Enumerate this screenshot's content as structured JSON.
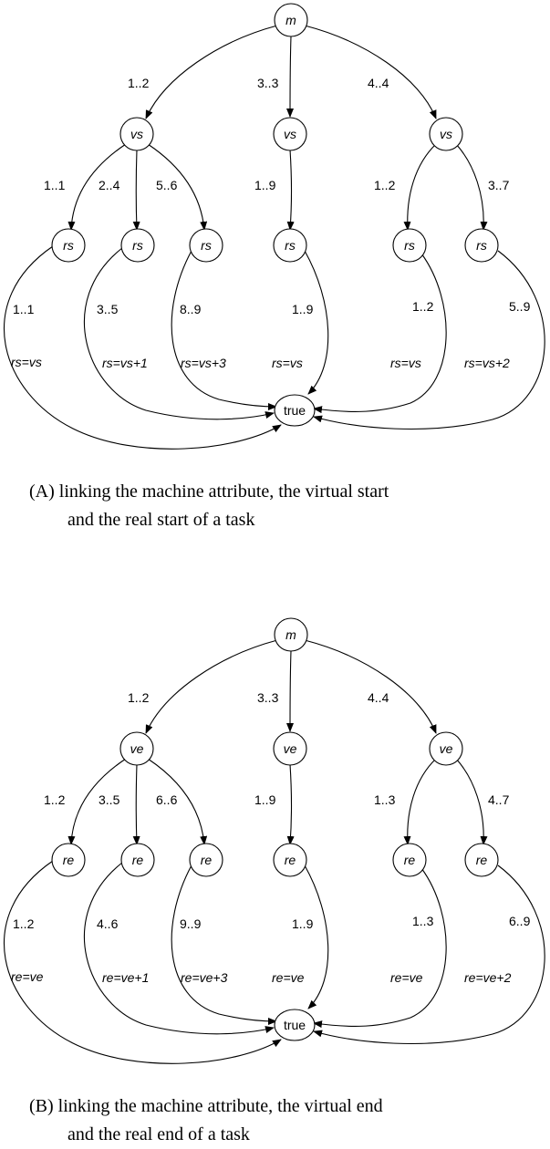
{
  "diagram_a": {
    "root": "m",
    "root_edges": [
      "1..2",
      "3..3",
      "4..4"
    ],
    "mid_nodes": [
      "vs",
      "vs",
      "vs"
    ],
    "mid_edges": [
      "1..1",
      "2..4",
      "5..6",
      "1..9",
      "1..2",
      "3..7"
    ],
    "leaf_nodes": [
      "rs",
      "rs",
      "rs",
      "rs",
      "rs",
      "rs"
    ],
    "leaf_ranges": [
      "1..1",
      "3..5",
      "8..9",
      "1..9",
      "1..2",
      "5..9"
    ],
    "leaf_conditions": [
      "rs=vs",
      "rs=vs+1",
      "rs=vs+3",
      "rs=vs",
      "rs=vs",
      "rs=vs+2"
    ],
    "sink": "true",
    "caption_line1": "(A) linking the machine attribute, the virtual start",
    "caption_line2": "and the real start of a task"
  },
  "diagram_b": {
    "root": "m",
    "root_edges": [
      "1..2",
      "3..3",
      "4..4"
    ],
    "mid_nodes": [
      "ve",
      "ve",
      "ve"
    ],
    "mid_edges": [
      "1..2",
      "3..5",
      "6..6",
      "1..9",
      "1..3",
      "4..7"
    ],
    "leaf_nodes": [
      "re",
      "re",
      "re",
      "re",
      "re",
      "re"
    ],
    "leaf_ranges": [
      "1..2",
      "4..6",
      "9..9",
      "1..9",
      "1..3",
      "6..9"
    ],
    "leaf_conditions": [
      "re=ve",
      "re=ve+1",
      "re=ve+3",
      "re=ve",
      "re=ve",
      "re=ve+2"
    ],
    "sink": "true",
    "caption_line1": "(B) linking the machine attribute, the virtual end",
    "caption_line2": "and the real end of a task"
  }
}
